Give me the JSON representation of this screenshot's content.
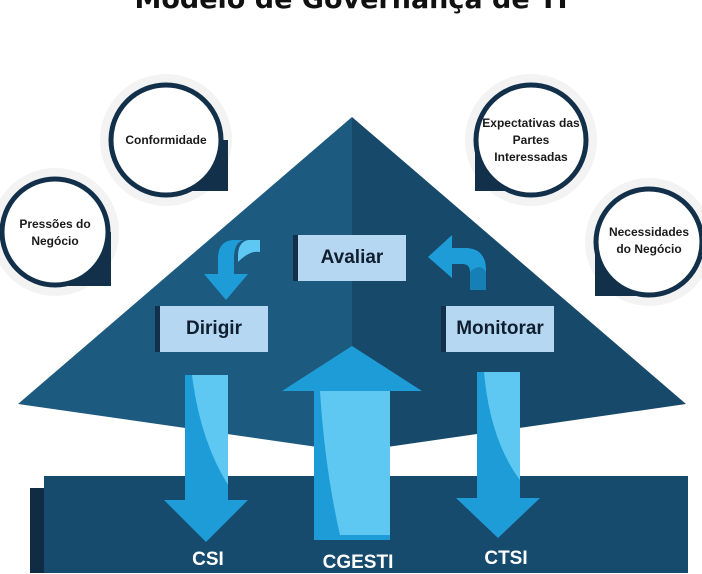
{
  "title": "Modelo de Governança de TI",
  "bubbles": {
    "pressoes": "Pressões do Negócio",
    "conformidade": "Conformidade",
    "expectativas": "Expectativas das Partes Interessadas",
    "necessidades": "Necessidades do Negócio"
  },
  "actions": {
    "avaliar": "Avaliar",
    "dirigir": "Dirigir",
    "monitorar": "Monitorar"
  },
  "base": {
    "csi": "CSI",
    "cgesti": "CGESTI",
    "ctsi": "CTSI"
  },
  "colors": {
    "dark_navy": "#12304a",
    "pyramid_left": "#1d5a80",
    "pyramid_right": "#17496b",
    "arrow_blue": "#1e9cd7",
    "arrow_light": "#5ec8f2",
    "label_bg": "#b6d7f2"
  }
}
